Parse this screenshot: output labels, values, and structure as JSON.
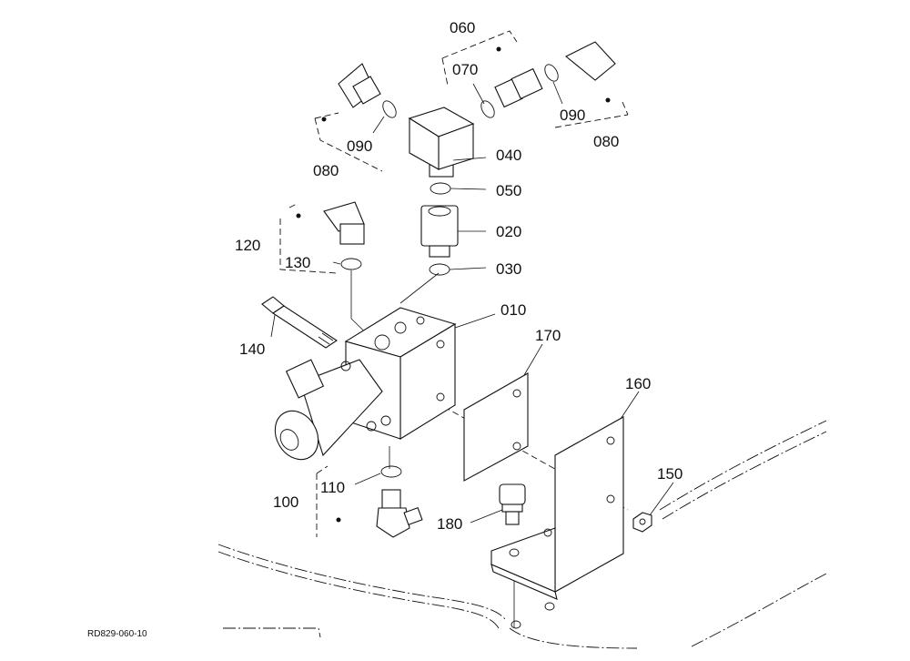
{
  "diagram_code": "RD829-060-10",
  "callouts": {
    "p010": "010",
    "p020": "020",
    "p030": "030",
    "p040": "040",
    "p050": "050",
    "p060": "060",
    "p070": "070",
    "p080_left": "080",
    "p080_right": "080",
    "p090_left": "090",
    "p090_right": "090",
    "p100": "100",
    "p110": "110",
    "p120": "120",
    "p130": "130",
    "p140": "140",
    "p150": "150",
    "p160": "160",
    "p170": "170",
    "p180": "180"
  },
  "colors": {
    "ink": "#111111",
    "paper": "#ffffff"
  }
}
